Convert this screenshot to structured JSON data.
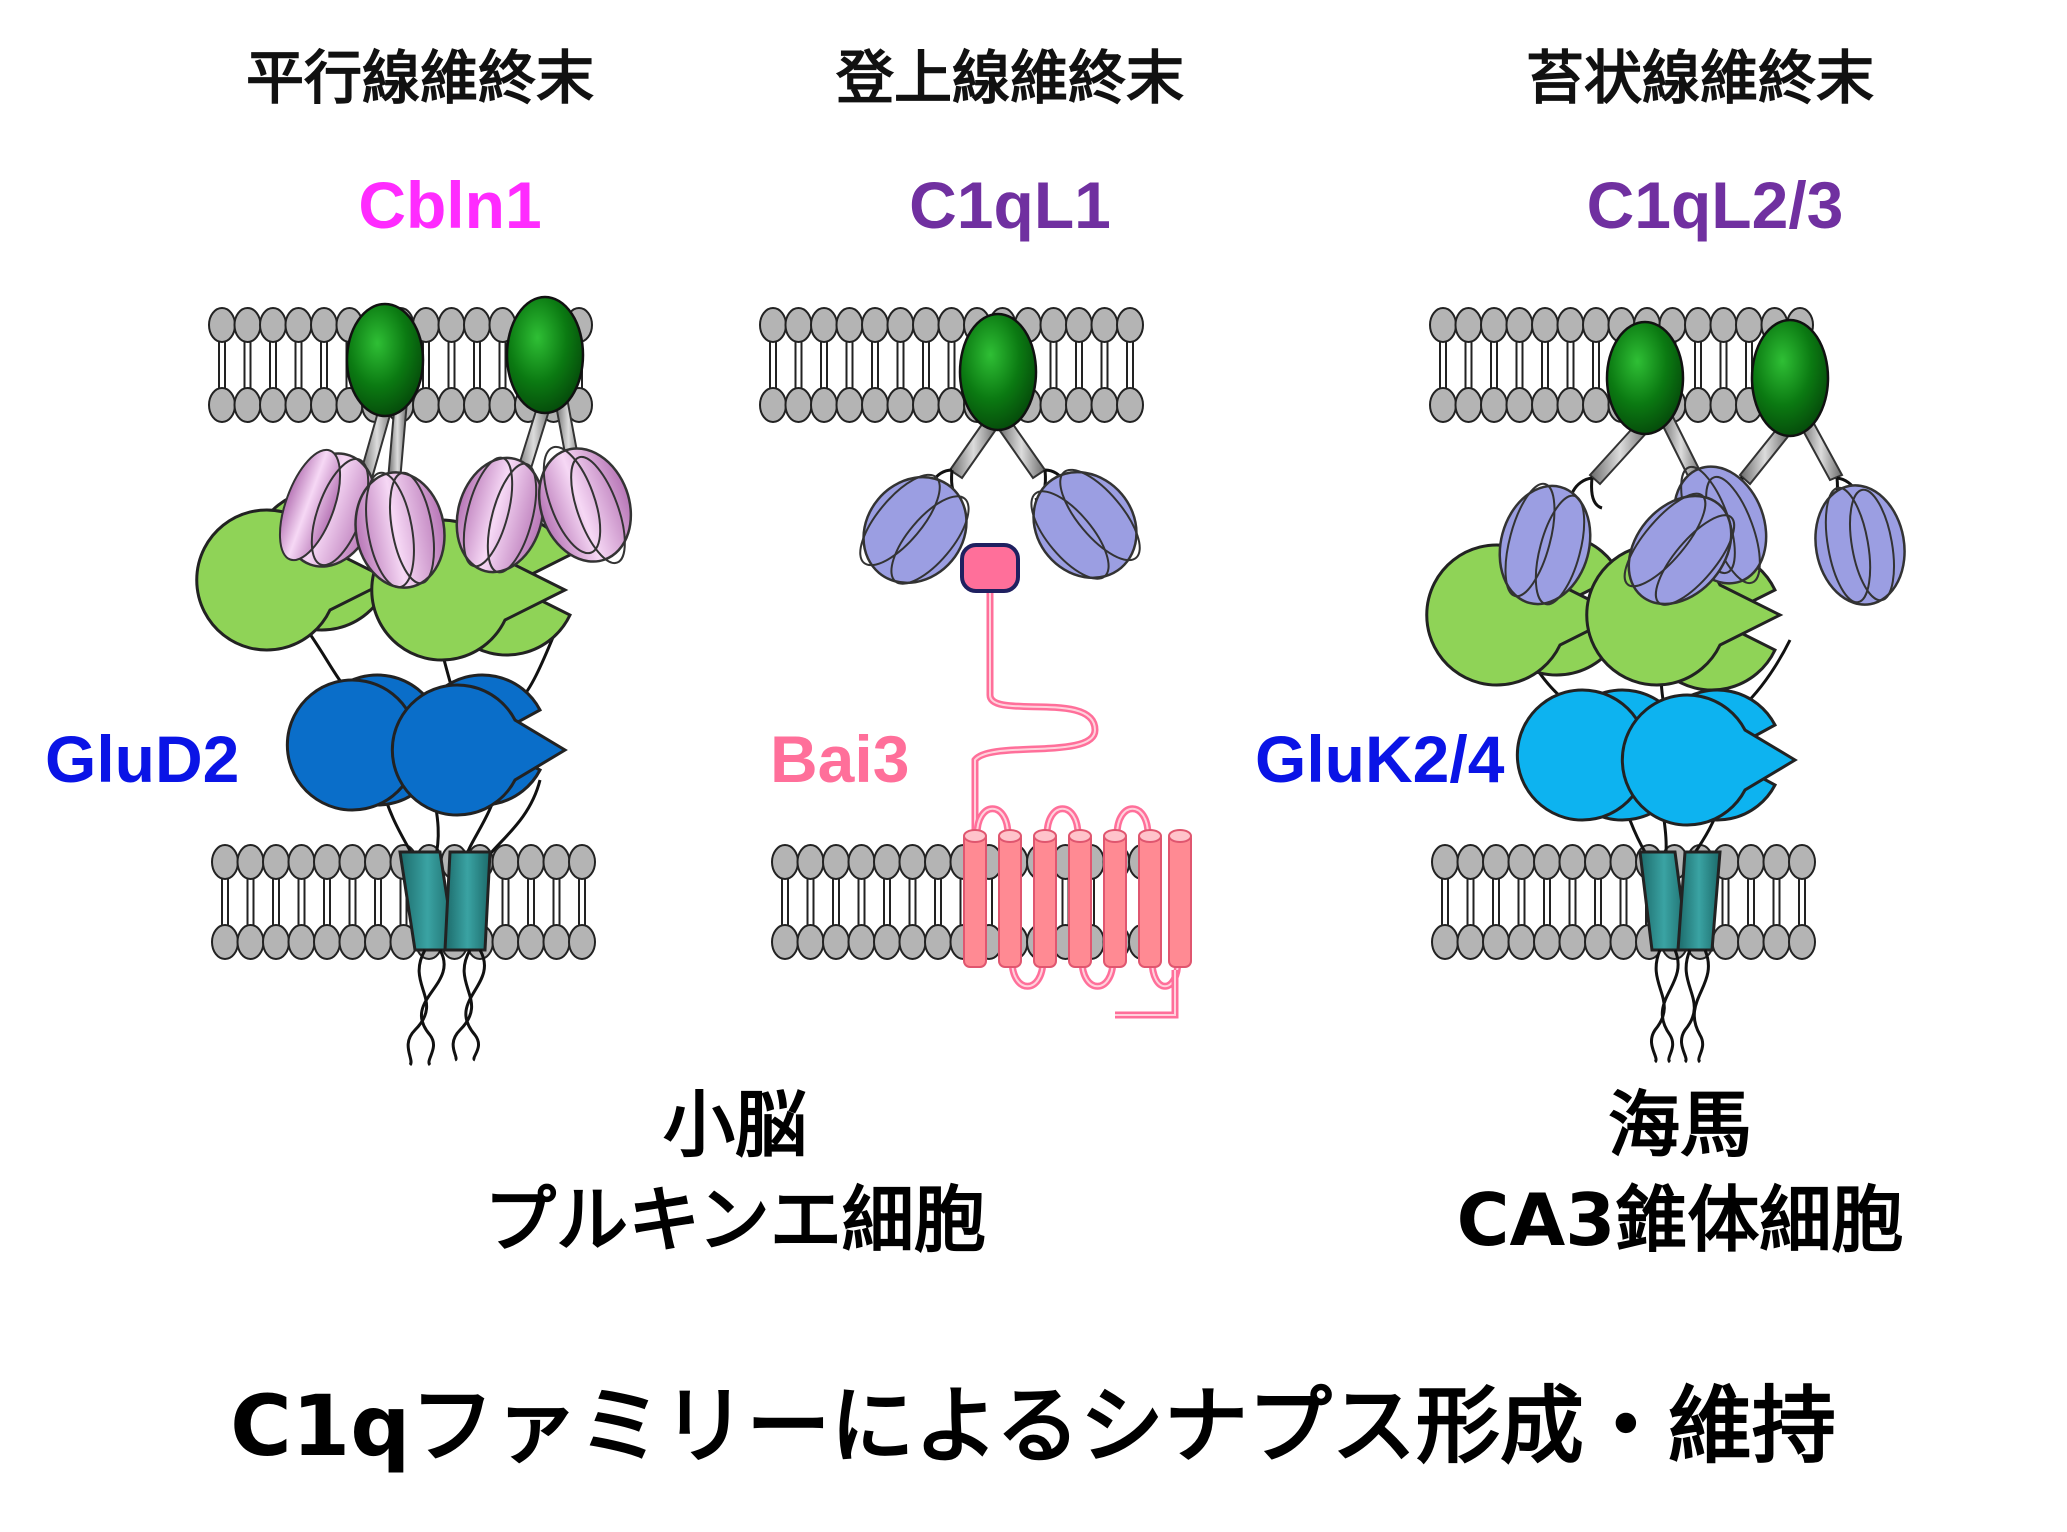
{
  "columns": [
    {
      "terminal": "平行線維終末",
      "ligand": "Cbln1",
      "receptor": "GluD2",
      "colors": {
        "ligand_text": "#ff2bff",
        "receptor_text": "#0a14e6"
      }
    },
    {
      "terminal": "登上線維終末",
      "ligand": "C1qL1",
      "receptor": "Bai3",
      "colors": {
        "ligand_text": "#7030a0",
        "receptor_text": "#ff6f9a"
      }
    },
    {
      "terminal": "苔状線維終末",
      "ligand": "C1qL2/3",
      "receptor": "GluK2/4",
      "colors": {
        "ligand_text": "#7030a0",
        "receptor_text": "#0a14e6"
      }
    }
  ],
  "regions": [
    {
      "line1": "小脳",
      "line2": "プルキンエ細胞"
    },
    {
      "line1": "海馬",
      "line2": "CA3錐体細胞"
    }
  ],
  "title": "C1qファミリーによるシナプス形成・維持",
  "colors": {
    "lipid_head": "#b4b4b4",
    "nrx_green": "#0b7a12",
    "cbln_pink": "#e7b8e6",
    "c1ql_lavender": "#9b9ee2",
    "glud_green": "#8fd357",
    "glud_blue": "#0a6ec9",
    "gluk_cyan": "#0db3f0",
    "helix_teal": "#2f8d8d",
    "bai_pink": "#ff8a93"
  }
}
